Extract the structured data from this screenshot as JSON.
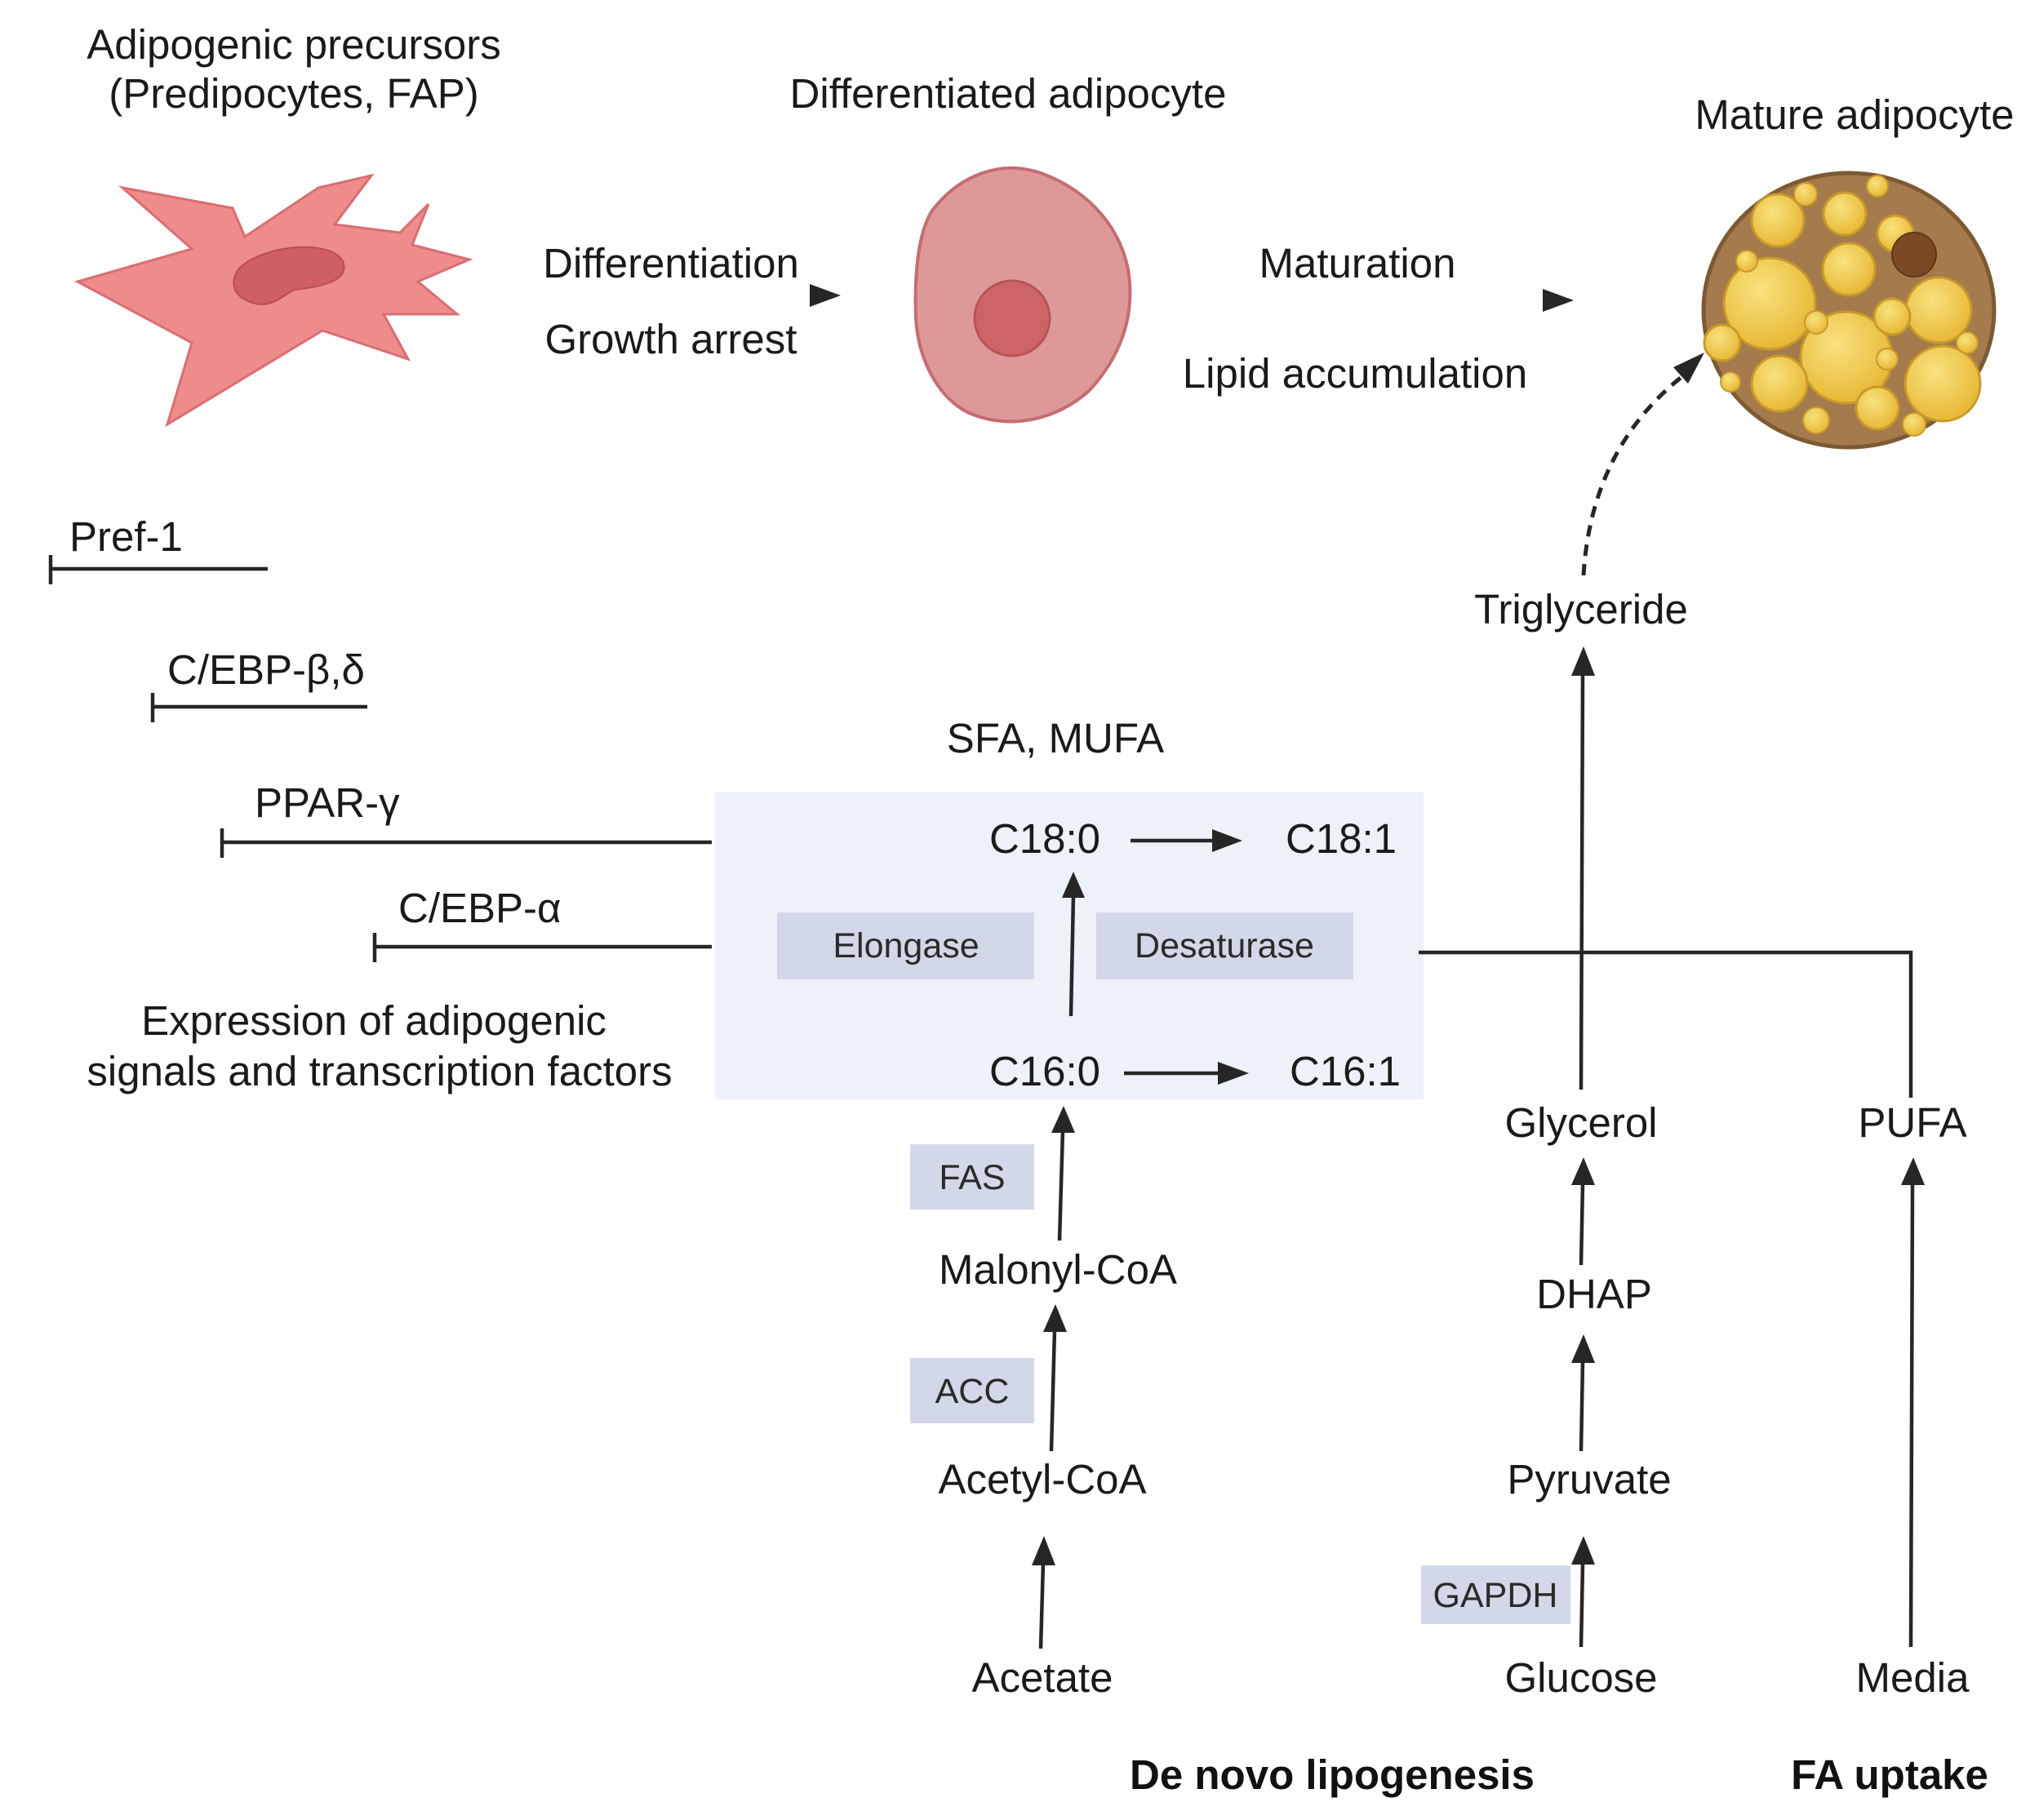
{
  "stages": {
    "precursor": {
      "title_line1": "Adipogenic precursors",
      "title_line2": "(Predipocytes, FAP)"
    },
    "differentiated": {
      "title": "Differentiated adipocyte"
    },
    "mature": {
      "title": "Mature adipocyte"
    },
    "step1": {
      "above": "Differentiation",
      "below": "Growth arrest"
    },
    "step2": {
      "above": "Maturation",
      "below": "Lipid accumulation"
    }
  },
  "factors": {
    "pref1": "Pref-1",
    "cebp_bd": "C/EBP-β,δ",
    "ppar_g": "PPAR-γ",
    "cebp_a": "C/EBP-α",
    "caption_line1": "Expression of adipogenic",
    "caption_line2": "signals and transcription factors"
  },
  "pathway": {
    "box_title": "SFA, MUFA",
    "c18_0": "C18:0",
    "c18_1": "C18:1",
    "c16_0": "C16:0",
    "c16_1": "C16:1",
    "triglyceride": "Triglyceride",
    "malonyl": "Malonyl-CoA",
    "acetylcoa": "Acetyl-CoA",
    "acetate": "Acetate",
    "glycerol": "Glycerol",
    "dhap": "DHAP",
    "pyruvate": "Pyruvate",
    "glucose": "Glucose",
    "pufa": "PUFA",
    "media": "Media"
  },
  "enzymes": {
    "elongase": "Elongase",
    "desaturase": "Desaturase",
    "fas": "FAS",
    "acc": "ACC",
    "gapdh": "GAPDH"
  },
  "sections": {
    "de_novo": "De novo lipogenesis",
    "fa_uptake": "FA uptake"
  },
  "colors": {
    "precursor_cell": "#ee8c8c",
    "precursor_nucleus": "#cf5f63",
    "diff_cell": "#de9898",
    "diff_nucleus": "#cd6468",
    "mature_cytoplasm": "#a57a4c",
    "lipid_droplet": "#f2cf52",
    "pathway_box": "#edf1f8",
    "enzyme_box": "#d2d8e8"
  }
}
